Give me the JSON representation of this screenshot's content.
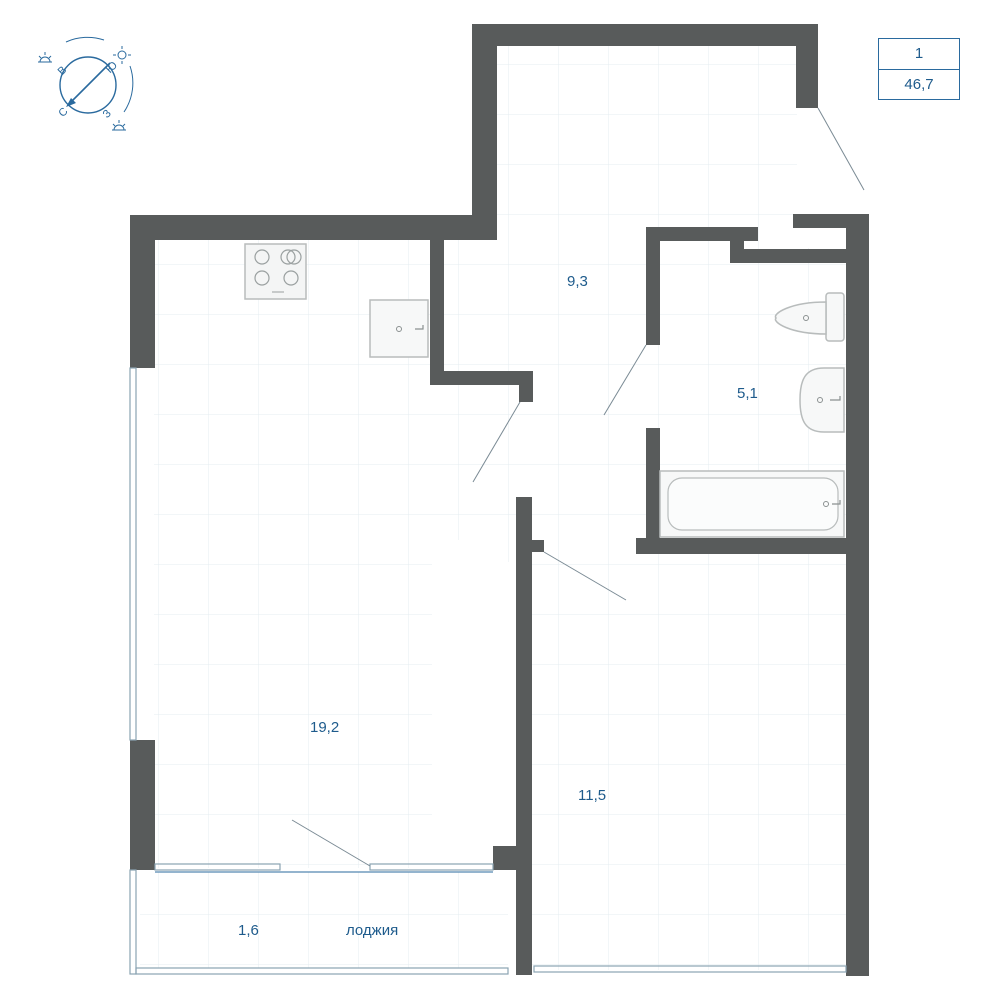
{
  "apartment": {
    "number": "1",
    "total_area": "46,7"
  },
  "compass": {
    "n": "С",
    "e": "В",
    "s": "Ю",
    "w": "З"
  },
  "rooms": {
    "hall": {
      "area": "9,3"
    },
    "bathroom": {
      "area": "5,1"
    },
    "kitchen_living": {
      "area": "19,2"
    },
    "bedroom": {
      "area": "11,5"
    },
    "loggia": {
      "area": "1,6",
      "name": "лоджия"
    }
  },
  "colors": {
    "wall": "#585b5b",
    "grid": "#e4ecf0",
    "accent": "#1e5b8c",
    "fixture": "#b8bcbc"
  }
}
